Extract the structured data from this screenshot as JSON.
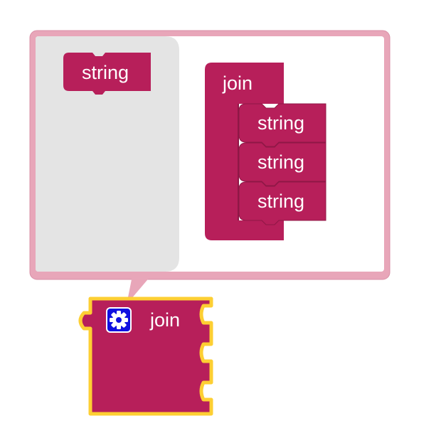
{
  "colors": {
    "block": "#b71f5a",
    "block_shadow": "#8f1746",
    "bubble_border": "#e8a6b9",
    "bubble_fill": "#ffffff",
    "flyout": "#e4e4e4",
    "selection": "#fdcf33",
    "gear_bg": "#1010e0"
  },
  "mutator": {
    "flyout": {
      "string_block": {
        "label": "string"
      }
    },
    "container": {
      "label": "join",
      "items": [
        {
          "label": "string"
        },
        {
          "label": "string"
        },
        {
          "label": "string"
        }
      ]
    }
  },
  "workspace": {
    "join_block": {
      "label": "join",
      "gear_icon": "gear-icon",
      "input_count": 3
    }
  }
}
